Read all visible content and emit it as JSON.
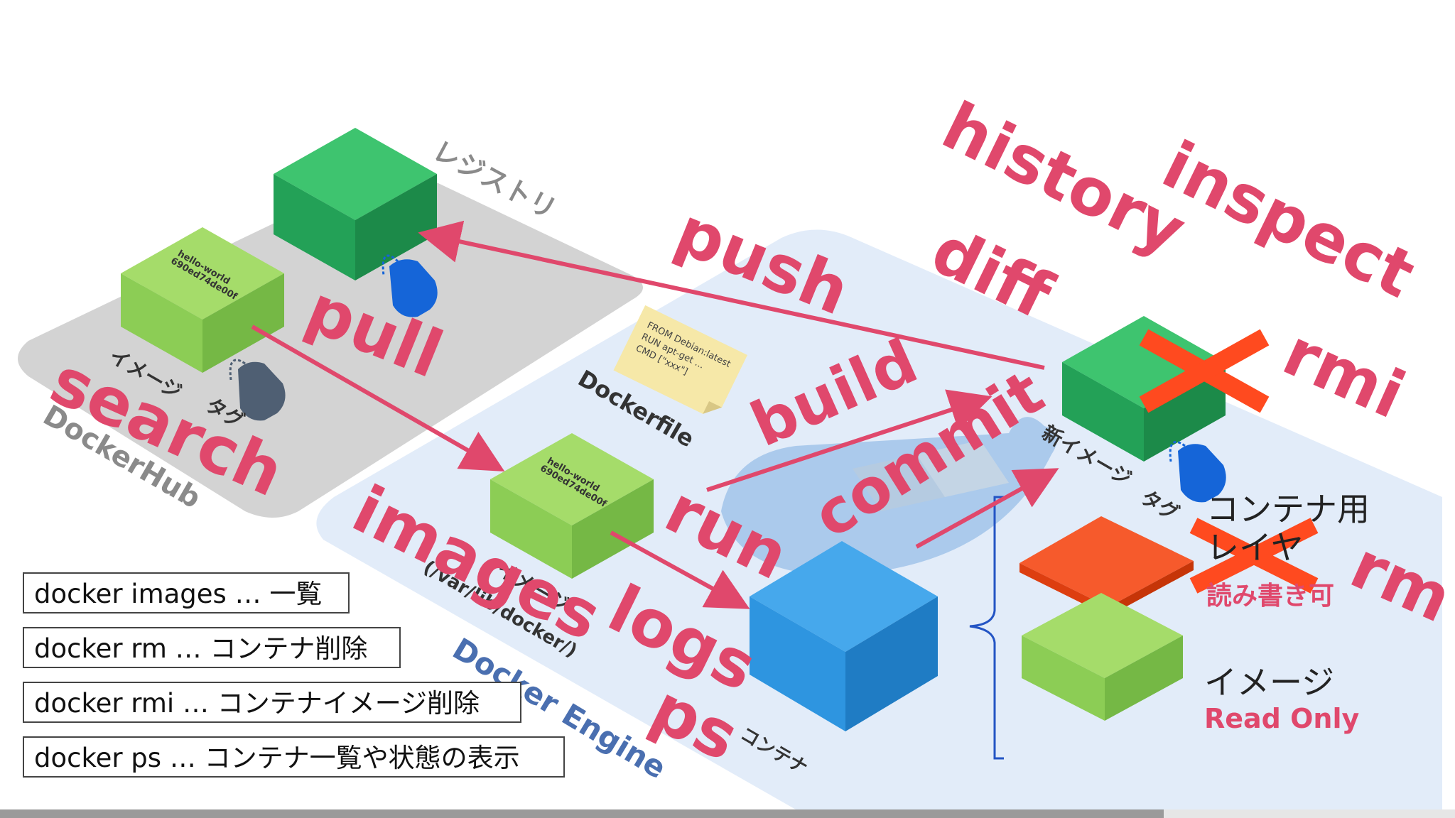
{
  "commands": {
    "history": "history",
    "inspect": "inspect",
    "diff": "diff",
    "push": "push",
    "pull": "pull",
    "build": "build",
    "commit": "commit",
    "rmi": "rmi",
    "search": "search",
    "run": "run",
    "images": "images",
    "logs": "logs",
    "ps": "ps",
    "rm": "rm"
  },
  "labels": {
    "registry": "レジストリ",
    "dockerhub": "DockerHub",
    "docker_engine": "Docker Engine",
    "dockerfile": "Dockerfile",
    "dockerfile_lines": [
      "FROM Debian:latest",
      "RUN apt-get ...",
      "CMD [\"xxx\"]"
    ],
    "image": "イメージ",
    "tag": "タグ",
    "image_path": "(/var/lib/docker/)",
    "container": "コンテナ",
    "new_image": "新イメージ",
    "new_tag": "タグ",
    "hub_image_name": "hello-world",
    "hub_image_id": "690ed74de00f",
    "local_image_name": "hello-world",
    "local_image_id": "690ed74de00f"
  },
  "side": {
    "container_layer_line1": "コンテナ用",
    "container_layer_line2": "レイヤ",
    "container_layer_rw": "読み書き可",
    "image_layer": "イメージ",
    "image_layer_ro": "Read Only"
  },
  "legend": [
    "docker images … 一覧",
    "docker rm … コンテナ削除",
    "docker rmi … コンテナイメージ削除",
    "docker ps … コンテナ一覧や状態の表示"
  ],
  "colors": {
    "command": "#e0486c",
    "cross": "#ff4a1f",
    "registry_box": "#27a85a",
    "image_box": "#8ccd55",
    "container_box": "#2e95e0",
    "layer_rw": "#f24a1c",
    "bracket": "#2354c4"
  },
  "progress": 0.8
}
